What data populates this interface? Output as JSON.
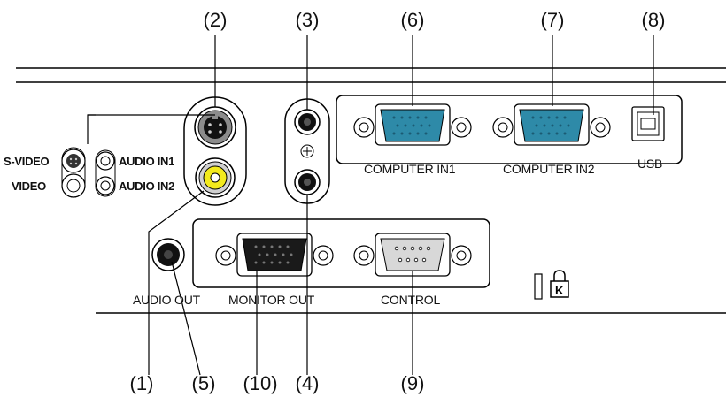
{
  "callouts": {
    "c1": "(1)",
    "c2": "(2)",
    "c3": "(3)",
    "c4": "(4)",
    "c5": "(5)",
    "c6": "(6)",
    "c7": "(7)",
    "c8": "(8)",
    "c9": "(9)",
    "c10": "(10)"
  },
  "legend": {
    "svideo": "S-VIDEO",
    "video": "VIDEO",
    "audio_in1": "AUDIO IN1",
    "audio_in2": "AUDIO IN2"
  },
  "ports": {
    "computer_in1": "COMPUTER IN1",
    "computer_in2": "COMPUTER IN2",
    "usb": "USB",
    "audio_out": "AUDIO OUT",
    "monitor_out": "MONITOR OUT",
    "control": "CONTROL"
  },
  "colors": {
    "vga_in": "#2e8aa8",
    "video_yellow": "#f3ea1d",
    "monitor_out": "#1a1a1a",
    "control_fill": "#d8d8d8"
  },
  "icons": [
    "kensington-lock-icon",
    "security-slot-icon",
    "plus-icon"
  ]
}
